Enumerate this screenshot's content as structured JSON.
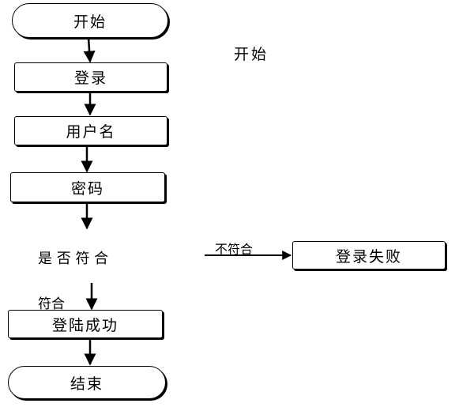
{
  "nodes": {
    "start": "开始",
    "login": "登录",
    "username": "用户名",
    "password": "密码",
    "success": "登陆成功",
    "end": "结束",
    "fail": "登录失败"
  },
  "decision": "是 否 符 合",
  "labels": {
    "mismatch": "不符合",
    "match": "符合",
    "start_note": "开始"
  },
  "colors": {
    "line": "#000000",
    "background": "#ffffff"
  }
}
